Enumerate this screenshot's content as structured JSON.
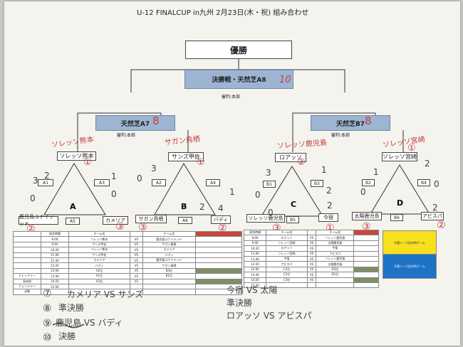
{
  "title": "U-12 FINALCUP in九州 2月23日(木・祝) 組み合わせ",
  "champion_label": "優勝",
  "final": {
    "label": "決勝戦・天然芝A8",
    "referee": "審判:本部",
    "match_no": "10"
  },
  "semis": [
    {
      "label": "天然芝A7",
      "match_no": "8",
      "referee": "審判:本部"
    },
    {
      "label": "天然芝B7",
      "match_no": "8",
      "referee": "審判:本部"
    }
  ],
  "handwritten_top": [
    "ソレッソ熊本",
    "サガン鳥栖",
    "ソレッソ鹿児島",
    "ソレッソ宮崎"
  ],
  "groups": [
    {
      "letter": "A",
      "top": "ソレッソ熊本",
      "left": "鹿児島ユナイテッド",
      "right": "カメリア",
      "ranks": {
        "top": "①",
        "left": "②",
        "right": "③"
      }
    },
    {
      "letter": "B",
      "top": "サンズ甲佐",
      "left": "サガン鳥栖",
      "right": "バディ",
      "ranks": {
        "top": "①",
        "left": "③",
        "right": "②"
      }
    },
    {
      "letter": "C",
      "top": "ロアッソ",
      "left": "ソレッソ鹿児島",
      "right": "今宿",
      "ranks": {
        "top": "②",
        "left": "③",
        "right": "①"
      }
    },
    {
      "letter": "D",
      "top": "ソレッソ宮崎",
      "left": "太陽鹿児島",
      "right": "アビスパ",
      "ranks": {
        "top": "①",
        "left": "③",
        "right": "②"
      }
    }
  ],
  "edge_labels": [
    "A1",
    "A3",
    "A5",
    "A2",
    "A4",
    "A6",
    "B1",
    "B3",
    "B5",
    "B2",
    "B4",
    "B6"
  ],
  "pencil_scores": [
    "0",
    "2",
    "0",
    "1",
    "4",
    "1",
    "0",
    "3",
    "2",
    "0",
    "3",
    "2",
    "1",
    "0",
    "2",
    "0",
    "1",
    "0",
    "2",
    "3",
    "2"
  ],
  "schedule": {
    "header": [
      "試合時間",
      "",
      "チーム名",
      "",
      "チーム名"
    ],
    "times": [
      "9:00",
      "9:40",
      "10:20",
      "11:00",
      "11:40",
      "12:20",
      "13:00",
      "13:40",
      "14:20",
      "15:00"
    ],
    "side_labels": [
      "ドレッドリー",
      "長洲池",
      "",
      "フェンドリー",
      "決勝"
    ],
    "rows_a": [
      [
        "ソレッソ熊本",
        "VS",
        "鹿児島ユナイテッド"
      ],
      [
        "サンズ甲佐",
        "VS",
        "サガン鳥栖"
      ],
      [
        "ソレッソ熊本",
        "VS",
        "カメリア"
      ],
      [
        "サンズ甲佐",
        "VS",
        "バディ"
      ],
      [
        "カメリア",
        "VS",
        "鹿児島ユナイテッド"
      ],
      [
        "バディ",
        "VS",
        "サガン鳥栖"
      ],
      [
        "A2位",
        "VS",
        "B3位"
      ],
      [
        "A1位",
        "VS",
        "B1位"
      ],
      [
        "A3位",
        "VS",
        ""
      ],
      [
        "",
        "",
        ""
      ]
    ],
    "rows_c": [
      [
        "ロアッソ",
        "VS",
        "ソレッソ鹿児島"
      ],
      [
        "ソレッソ宮崎",
        "VS",
        "太陽鹿児島"
      ],
      [
        "ロアッソ",
        "VS",
        "今宿"
      ],
      [
        "ソレッソ宮崎",
        "VS",
        "アビスパ"
      ],
      [
        "今宿",
        "VS",
        "ソレッソ鹿児島"
      ],
      [
        "アビスパ",
        "VS",
        "太陽鹿児島"
      ],
      [
        "C2位",
        "VS",
        "D3位"
      ],
      [
        "C1位",
        "VS",
        "D1位"
      ],
      [
        "C3位",
        "VS",
        ""
      ],
      [
        "",
        "",
        ""
      ]
    ],
    "legend": {
      "yellow": "予選リーグ試合時ゲーム",
      "blue": "予選リーグ試合時ゲーム"
    }
  },
  "notes": [
    {
      "num": "⑦",
      "text": "カメリア VS サンズ"
    },
    {
      "num": "⑧",
      "text": "準決勝"
    },
    {
      "num": "⑨",
      "text": "鹿児島 VS バディ"
    },
    {
      "num": "⑩",
      "text": "決勝"
    },
    {
      "num": "",
      "text": "今宿 VS 太陽"
    },
    {
      "num": "",
      "text": "準決勝"
    },
    {
      "num": "",
      "text": "ロアッソ VS アビスパ"
    }
  ],
  "colors": {
    "paper": "#f4f3ee",
    "blue_box": "#9db5d3",
    "red_ink": "#c43b3b",
    "yellow": "#f7e01c",
    "blue_legend": "#1f73c7",
    "red_cell": "#c8473c",
    "green_cell": "#7f8f64"
  }
}
